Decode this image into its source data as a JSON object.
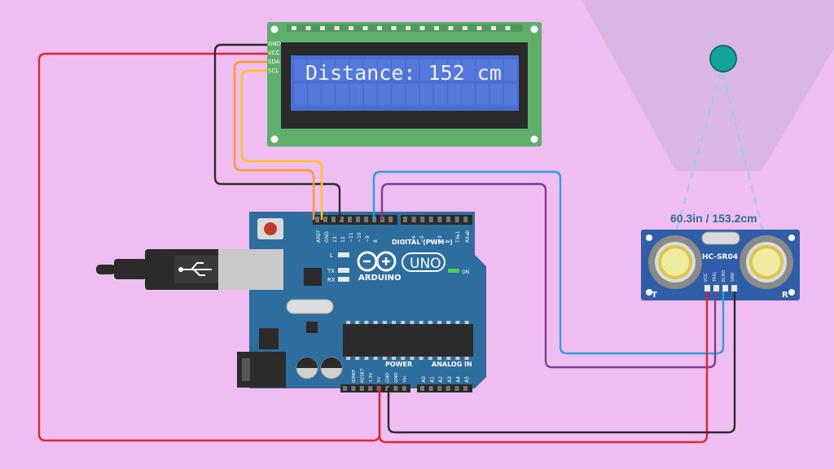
{
  "colors": {
    "background": "#f0bdf2",
    "board_blue": "#2e6e9e",
    "lcd_green": "#5fae6b",
    "lcd_screen": "#4a6fd4",
    "wire_red": "#e0242b",
    "wire_black": "#2b2b2b",
    "wire_orange": "#ff9a1e",
    "wire_yellow": "#ffc41a",
    "wire_blue": "#2aa0d8",
    "wire_purple": "#7a3d8f",
    "sensor_target": "#12a39a"
  },
  "lcd": {
    "pins": [
      "GND",
      "VCC",
      "SDA",
      "SCL"
    ],
    "display_text": "Distance: 152 cm"
  },
  "sensor": {
    "model": "HC-SR04",
    "pins": [
      "VCC",
      "TRIG",
      "ECHO",
      "GND"
    ],
    "left_mark": "T",
    "right_mark": "R",
    "measurement": "60.3in / 153.2cm"
  },
  "arduino": {
    "brand": "ARDUINO",
    "model": "UNO",
    "on_label": "ON",
    "digital_header_label": "DIGITAL (PWM~)",
    "digital_pins": [
      "AREF",
      "GND",
      "13",
      "12",
      "~11",
      "~10",
      "~9",
      "8",
      "7",
      "~6",
      "~5",
      "4",
      "~3",
      "2",
      "TX▸1",
      "RX◂0"
    ],
    "led_l": "L",
    "led_tx": "TX",
    "led_rx": "RX",
    "power_label": "POWER",
    "analog_label": "ANALOG IN",
    "power_pins": [
      "IOREF",
      "RESET",
      "3.3V",
      "5V",
      "GND",
      "GND",
      "Vin"
    ],
    "analog_pins": [
      "A0",
      "A1",
      "A2",
      "A3",
      "A4",
      "A5"
    ]
  }
}
